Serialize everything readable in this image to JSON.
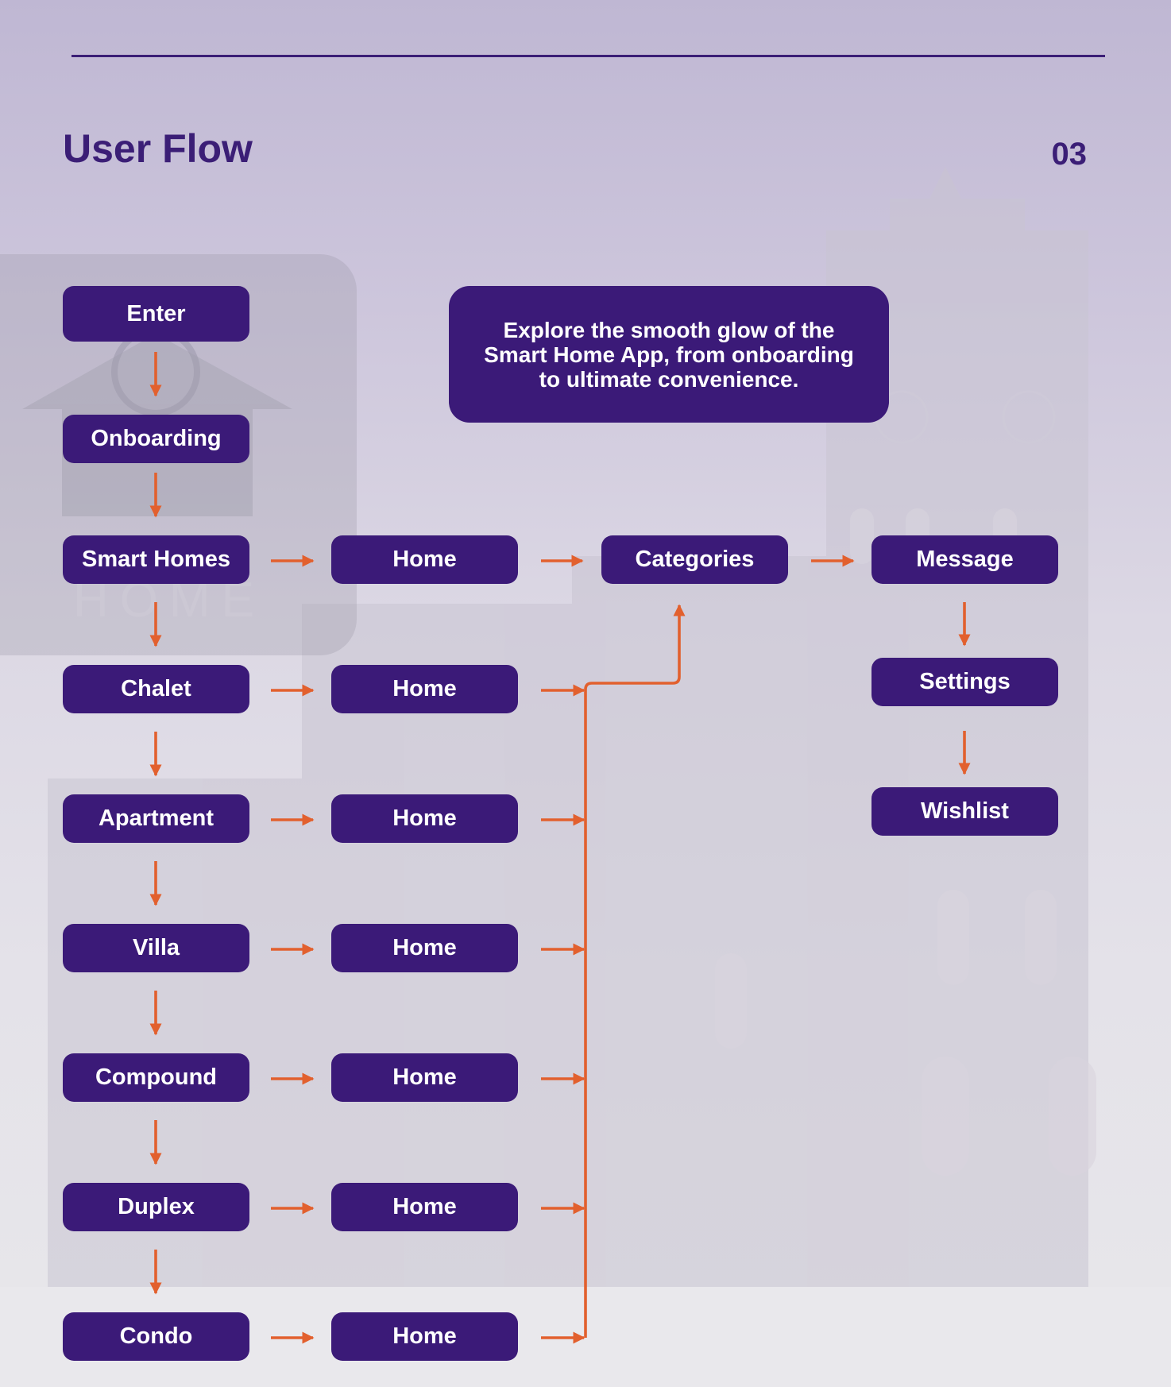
{
  "header": {
    "title": "User Flow",
    "page_number": "03"
  },
  "logo": {
    "text": "HOME"
  },
  "intro": {
    "text": "Explore the smooth glow of the Smart Home App, from onboarding to ultimate convenience."
  },
  "colors": {
    "node_fill": "#3b1a78",
    "arrow": "#e2602e",
    "title": "#3b1e76"
  },
  "flow": {
    "column1": [
      "Enter",
      "Onboarding",
      "Smart Homes",
      "Chalet",
      "Apartment",
      "Villa",
      "Compound",
      "Duplex",
      "Condo"
    ],
    "column2": [
      "Home",
      "Home",
      "Home",
      "Home",
      "Home",
      "Home",
      "Home"
    ],
    "column3": [
      "Categories"
    ],
    "column4": [
      "Message",
      "Settings",
      "Wishlist"
    ]
  }
}
